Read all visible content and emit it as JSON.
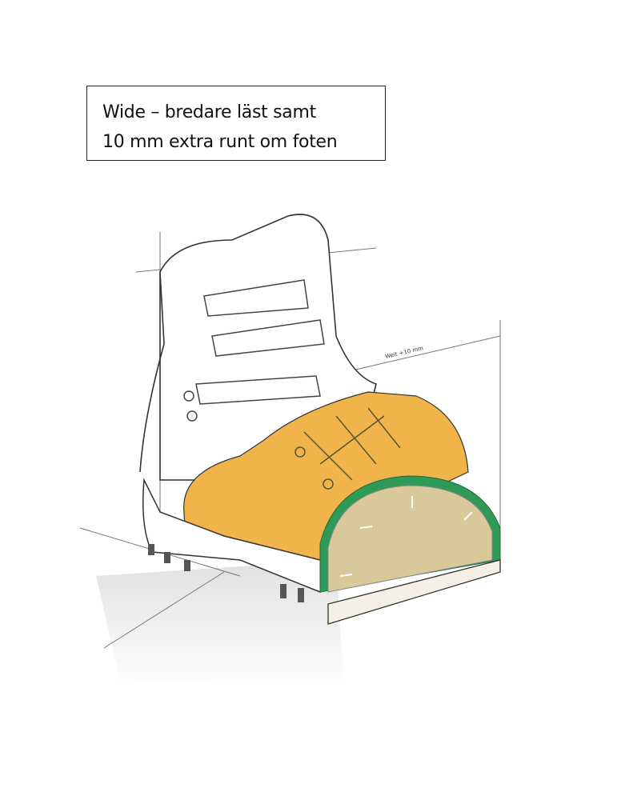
{
  "caption": {
    "line1": "Wide –  bredare läst samt",
    "line2": "10 mm extra runt om foten"
  },
  "illustration": {
    "dimension_label": "Weit +10 mm",
    "colors": {
      "leather": "#f0b44a",
      "toe_cap": "#2f9a57",
      "inner": "#d8c89a"
    }
  }
}
